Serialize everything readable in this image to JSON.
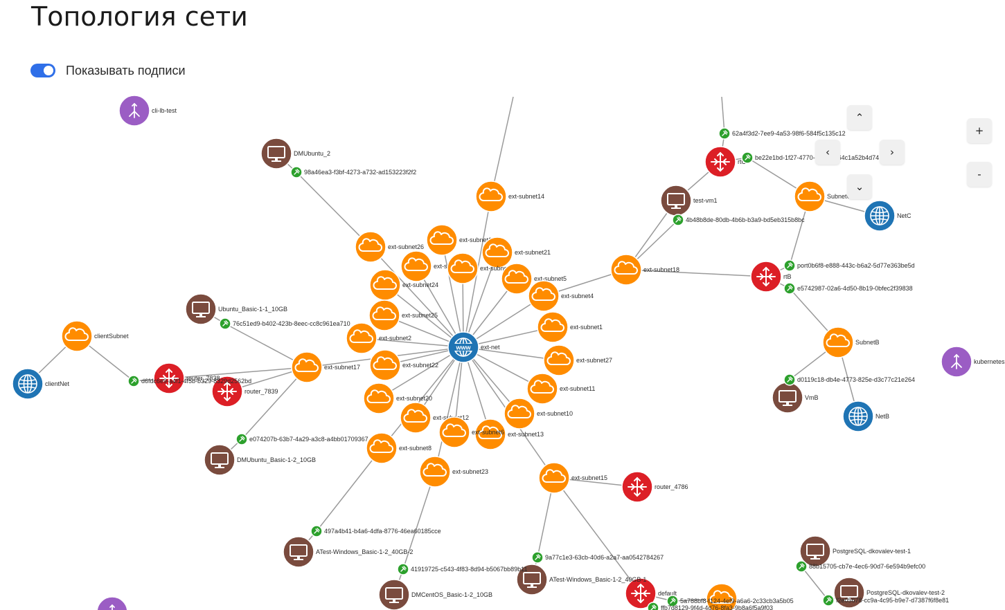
{
  "title": "Топология сети",
  "toggle": {
    "label": "Показывать подписи",
    "checked": true
  },
  "controls": {
    "up": "⌃",
    "left": "‹",
    "right": "›",
    "down": "⌄",
    "zoom_in": "+",
    "zoom_out": "-"
  },
  "colors": {
    "subnet": "#ff8c00",
    "router": "#dc1f26",
    "vm": "#7a4b3e",
    "network": "#1f74b4",
    "lb": "#9b5dc4",
    "port": "#2ca02c",
    "edge": "#9a9a9a"
  },
  "nodes": [
    {
      "id": "extnet",
      "type": "network",
      "icon": "www-globe-icon",
      "label": "ext-net"
    },
    {
      "id": "s14",
      "type": "subnet",
      "icon": "cloud-icon",
      "label": "ext-subnet14"
    },
    {
      "id": "s26",
      "type": "subnet",
      "icon": "cloud-icon",
      "label": "ext-subnet26"
    },
    {
      "id": "s19",
      "type": "subnet",
      "icon": "cloud-icon",
      "label": "ext-subnet19"
    },
    {
      "id": "s21",
      "type": "subnet",
      "icon": "cloud-icon",
      "label": "ext-subnet21"
    },
    {
      "id": "s9",
      "type": "subnet",
      "icon": "cloud-icon",
      "label": "ext-subnet9"
    },
    {
      "id": "s7",
      "type": "subnet",
      "icon": "cloud-icon",
      "label": "ext-subnet7"
    },
    {
      "id": "s24",
      "type": "subnet",
      "icon": "cloud-icon",
      "label": "ext-subnet24"
    },
    {
      "id": "s5",
      "type": "subnet",
      "icon": "cloud-icon",
      "label": "ext-subnet5"
    },
    {
      "id": "s4",
      "type": "subnet",
      "icon": "cloud-icon",
      "label": "ext-subnet4"
    },
    {
      "id": "s25",
      "type": "subnet",
      "icon": "cloud-icon",
      "label": "ext-subnet25"
    },
    {
      "id": "s1",
      "type": "subnet",
      "icon": "cloud-icon",
      "label": "ext-subnet1"
    },
    {
      "id": "s2",
      "type": "subnet",
      "icon": "cloud-icon",
      "label": "ext-subnet2"
    },
    {
      "id": "s27",
      "type": "subnet",
      "icon": "cloud-icon",
      "label": "ext-subnet27"
    },
    {
      "id": "s22",
      "type": "subnet",
      "icon": "cloud-icon",
      "label": "ext-subnet22"
    },
    {
      "id": "s17",
      "type": "subnet",
      "icon": "cloud-icon",
      "label": "ext-subnet17"
    },
    {
      "id": "s11",
      "type": "subnet",
      "icon": "cloud-icon",
      "label": "ext-subnet11"
    },
    {
      "id": "s20",
      "type": "subnet",
      "icon": "cloud-icon",
      "label": "ext-subnet20"
    },
    {
      "id": "s10",
      "type": "subnet",
      "icon": "cloud-icon",
      "label": "ext-subnet10"
    },
    {
      "id": "s12",
      "type": "subnet",
      "icon": "cloud-icon",
      "label": "ext-subnet12"
    },
    {
      "id": "s13",
      "type": "subnet",
      "icon": "cloud-icon",
      "label": "ext-subnet13"
    },
    {
      "id": "s6",
      "type": "subnet",
      "icon": "cloud-icon",
      "label": "ext-subnet6"
    },
    {
      "id": "s8",
      "type": "subnet",
      "icon": "cloud-icon",
      "label": "ext-subnet8"
    },
    {
      "id": "s23",
      "type": "subnet",
      "icon": "cloud-icon",
      "label": "ext-subnet23"
    },
    {
      "id": "s15",
      "type": "subnet",
      "icon": "cloud-icon",
      "label": "ext-subnet15"
    },
    {
      "id": "s18",
      "type": "subnet",
      "icon": "cloud-icon",
      "label": "ext-subnet18"
    },
    {
      "id": "clientSubnet",
      "type": "subnet",
      "icon": "cloud-icon",
      "label": "clientSubnet"
    },
    {
      "id": "subnetB",
      "type": "subnet",
      "icon": "cloud-icon",
      "label": "SubnetB"
    },
    {
      "id": "subnetC",
      "type": "subnet",
      "icon": "cloud-icon",
      "label": "SubnetC"
    },
    {
      "id": "sBottom",
      "type": "subnet",
      "icon": "cloud-icon",
      "label": ""
    },
    {
      "id": "clientNet",
      "type": "network",
      "icon": "globe-icon",
      "label": "clientNet"
    },
    {
      "id": "netC",
      "type": "network",
      "icon": "globe-icon",
      "label": "NetC"
    },
    {
      "id": "netB",
      "type": "network",
      "icon": "globe-icon",
      "label": "NetB"
    },
    {
      "id": "r7839",
      "type": "router",
      "icon": "router-arrows-icon",
      "label": "router_7839"
    },
    {
      "id": "rClient",
      "type": "router",
      "icon": "router-arrows-icon",
      "label": "router_7838"
    },
    {
      "id": "r4786",
      "type": "router",
      "icon": "router-arrows-icon",
      "label": "router_4786"
    },
    {
      "id": "rB",
      "type": "router",
      "icon": "router-arrows-icon",
      "label": "rtB"
    },
    {
      "id": "rC",
      "type": "router",
      "icon": "router-arrows-icon",
      "label": "rtC"
    },
    {
      "id": "rDefault",
      "type": "router",
      "icon": "router-arrows-icon",
      "label": "default"
    },
    {
      "id": "vmDMU2",
      "type": "vm",
      "icon": "monitor-icon",
      "label": "DMUbuntu_2"
    },
    {
      "id": "vmUb11",
      "type": "vm",
      "icon": "monitor-icon",
      "label": "Ubuntu_Basic-1-1_10GB"
    },
    {
      "id": "vmDMU12",
      "type": "vm",
      "icon": "monitor-icon",
      "label": "DMUbuntu_Basic-1-2_10GB"
    },
    {
      "id": "vmTestVm1",
      "type": "vm",
      "icon": "monitor-icon",
      "label": "test-vm1"
    },
    {
      "id": "vmB",
      "type": "vm",
      "icon": "monitor-icon",
      "label": "VmB"
    },
    {
      "id": "vmATW1",
      "type": "vm",
      "icon": "monitor-icon",
      "label": "ATest-Windows_Basic-1-2_40GB-2"
    },
    {
      "id": "vmDMC",
      "type": "vm",
      "icon": "monitor-icon",
      "label": "DMCentOS_Basic-1-2_10GB"
    },
    {
      "id": "vmATW2",
      "type": "vm",
      "icon": "monitor-icon",
      "label": "ATest-Windows_Basic-1-2_40GB-1"
    },
    {
      "id": "vmPG1",
      "type": "vm",
      "icon": "monitor-icon",
      "label": "PostgreSQL-dkovalev-test-1"
    },
    {
      "id": "vmPG2",
      "type": "vm",
      "icon": "monitor-icon",
      "label": "PostgreSQL-dkovalev-test-2"
    },
    {
      "id": "lbCli",
      "type": "lb",
      "icon": "load-balancer-icon",
      "label": "cli-lb-test"
    },
    {
      "id": "lbK8s",
      "type": "lb",
      "icon": "load-balancer-icon",
      "label": "kubernetes"
    },
    {
      "id": "lbBottom",
      "type": "lb",
      "icon": "load-balancer-icon",
      "label": ""
    },
    {
      "id": "p1",
      "type": "port",
      "icon": "plug-icon",
      "label": "98a46ea3-f3bf-4273-a732-ad153223f2f2"
    },
    {
      "id": "p2",
      "type": "port",
      "icon": "plug-icon",
      "label": "76c51ed9-b402-423b-8eec-cc8c961ea710"
    },
    {
      "id": "p3",
      "type": "port",
      "icon": "plug-icon",
      "label": "e074207b-63b7-4a29-a3c8-a4bb01709367"
    },
    {
      "id": "p4",
      "type": "port",
      "icon": "plug-icon",
      "label": "d6fdc6e9-a4f1-4f5b-b329-8329d2562bd"
    },
    {
      "id": "p5",
      "type": "port",
      "icon": "plug-icon",
      "label": "4b48b8de-80db-4b6b-b3a9-bd5eb315b8bc"
    },
    {
      "id": "p6",
      "type": "port",
      "icon": "plug-icon",
      "label": "62a4f3d2-7ee9-4a53-98f6-584f5c135c12"
    },
    {
      "id": "p7",
      "type": "port",
      "icon": "plug-icon",
      "label": "be22e1bd-1f27-4770-a1a4-7a64c1a52b4d74"
    },
    {
      "id": "p8",
      "type": "port",
      "icon": "plug-icon",
      "label": "port0b6f8-e888-443c-b6a2-5d77e363be5d"
    },
    {
      "id": "p9",
      "type": "port",
      "icon": "plug-icon",
      "label": "e5742987-02a6-4d50-8b19-0bfec2f39838"
    },
    {
      "id": "p10",
      "type": "port",
      "icon": "plug-icon",
      "label": "d0119c18-db4e-4773-825e-d3c77c21e264"
    },
    {
      "id": "p11",
      "type": "port",
      "icon": "plug-icon",
      "label": "497a4b41-b4a6-4dfa-8776-46ea60185cce"
    },
    {
      "id": "p12",
      "type": "port",
      "icon": "plug-icon",
      "label": "41919725-c543-4f83-8d94-b5067bb89b11"
    },
    {
      "id": "p13",
      "type": "port",
      "icon": "plug-icon",
      "label": "9a77c1e3-63cb-40d6-a2a7-aa0542784267"
    },
    {
      "id": "p14",
      "type": "port",
      "icon": "plug-icon",
      "label": "88b15705-cb7e-4ec6-90d7-6e594b9efc00"
    },
    {
      "id": "p15",
      "type": "port",
      "icon": "plug-icon",
      "label": "f2e05678-cc9a-4c95-b9e7-d7387f6f8e81"
    },
    {
      "id": "p16",
      "type": "port",
      "icon": "plug-icon",
      "label": "5a788bf8-f124-4ef9-a6a6-2c33cb3a5b05"
    },
    {
      "id": "p17",
      "type": "port",
      "icon": "plug-icon",
      "label": "ffb7d8129-9f4d-4d76-8fa3-9b8a6f5a9f03"
    }
  ],
  "edges": [
    [
      "extnet",
      "s14"
    ],
    [
      "extnet",
      "s26"
    ],
    [
      "extnet",
      "s19"
    ],
    [
      "extnet",
      "s21"
    ],
    [
      "extnet",
      "s9"
    ],
    [
      "extnet",
      "s7"
    ],
    [
      "extnet",
      "s24"
    ],
    [
      "extnet",
      "s5"
    ],
    [
      "extnet",
      "s4"
    ],
    [
      "extnet",
      "s25"
    ],
    [
      "extnet",
      "s1"
    ],
    [
      "extnet",
      "s2"
    ],
    [
      "extnet",
      "s27"
    ],
    [
      "extnet",
      "s22"
    ],
    [
      "extnet",
      "s17"
    ],
    [
      "extnet",
      "s11"
    ],
    [
      "extnet",
      "s20"
    ],
    [
      "extnet",
      "s10"
    ],
    [
      "extnet",
      "s12"
    ],
    [
      "extnet",
      "s13"
    ],
    [
      "extnet",
      "s6"
    ],
    [
      "extnet",
      "s8"
    ],
    [
      "extnet",
      "s23"
    ],
    [
      "extnet",
      "s15"
    ],
    [
      "s26",
      "p1"
    ],
    [
      "p1",
      "vmDMU2"
    ],
    [
      "s17",
      "p2"
    ],
    [
      "p2",
      "vmUb11"
    ],
    [
      "s17",
      "p3"
    ],
    [
      "p3",
      "vmDMU12"
    ],
    [
      "s17",
      "r7839"
    ],
    [
      "s17",
      "rClient"
    ],
    [
      "rClient",
      "p4"
    ],
    [
      "p4",
      "clientSubnet"
    ],
    [
      "clientSubnet",
      "clientNet"
    ],
    [
      "s4",
      "s18"
    ],
    [
      "s18",
      "vmTestVm1"
    ],
    [
      "s18",
      "p5"
    ],
    [
      "p5",
      "vmTestVm1"
    ],
    [
      "vmTestVm1",
      "rC"
    ],
    [
      "rC",
      "p6"
    ],
    [
      "rC",
      "p7"
    ],
    [
      "p7",
      "subnetC"
    ],
    [
      "subnetC",
      "netC"
    ],
    [
      "s18",
      "rB"
    ],
    [
      "rB",
      "p8"
    ],
    [
      "p8",
      "subnetC"
    ],
    [
      "rB",
      "p9"
    ],
    [
      "p9",
      "subnetB"
    ],
    [
      "subnetB",
      "p10"
    ],
    [
      "p10",
      "vmB"
    ],
    [
      "subnetB",
      "netB"
    ],
    [
      "s8",
      "p11"
    ],
    [
      "p11",
      "vmATW1"
    ],
    [
      "s23",
      "p12"
    ],
    [
      "p12",
      "vmDMC"
    ],
    [
      "s15",
      "p13"
    ],
    [
      "p13",
      "vmATW2"
    ],
    [
      "s15",
      "r4786"
    ],
    [
      "s15",
      "rDefault"
    ],
    [
      "rDefault",
      "p16"
    ],
    [
      "p16",
      "sBottom"
    ],
    [
      "rDefault",
      "p17"
    ],
    [
      "vmPG1",
      "p14"
    ],
    [
      "p14",
      "p15"
    ],
    [
      "p15",
      "vmPG2"
    ]
  ]
}
